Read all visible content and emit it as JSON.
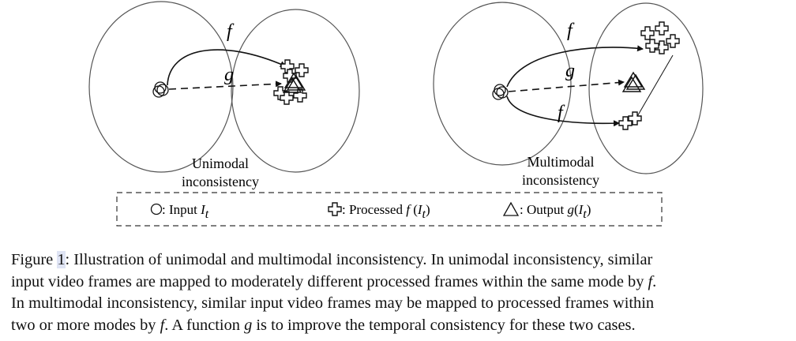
{
  "figure": {
    "left_panel": {
      "f_label": "f",
      "g_label": "g",
      "caption_line1": "Unimodal",
      "caption_line2": "inconsistency"
    },
    "right_panel": {
      "f_label_top": "f",
      "g_label": "g",
      "f_label_bottom": "f",
      "caption_line1": "Multimodal",
      "caption_line2": "inconsistency"
    },
    "legend": {
      "input_prefix": ": Input ",
      "input_symbol": "I",
      "input_sub": "t",
      "processed_prefix": ": Processed ",
      "processed_fn": "f",
      "processed_open": " (",
      "processed_symbol": "I",
      "processed_sub": "t",
      "processed_close": ")",
      "output_prefix": ": Output ",
      "output_fn": "g",
      "output_open": "(",
      "output_symbol": "I",
      "output_sub": "t",
      "output_close": ")"
    }
  },
  "caption": {
    "prefix": "Figure ",
    "number": "1",
    "line1_rest": ": Illustration of unimodal and multimodal inconsistency. In unimodal inconsistency, similar",
    "line2_a": "input video frames are mapped to moderately different processed frames within the same mode by ",
    "line2_f": "f",
    "line2_b": ".",
    "line3_a": "In multimodal inconsistency, similar input video frames may be mapped to processed frames within",
    "line4_a": "two or more modes by ",
    "line4_f": "f",
    "line4_b": ". A function ",
    "line4_g": "g",
    "line4_c": " is to improve the temporal consistency for these two cases."
  }
}
